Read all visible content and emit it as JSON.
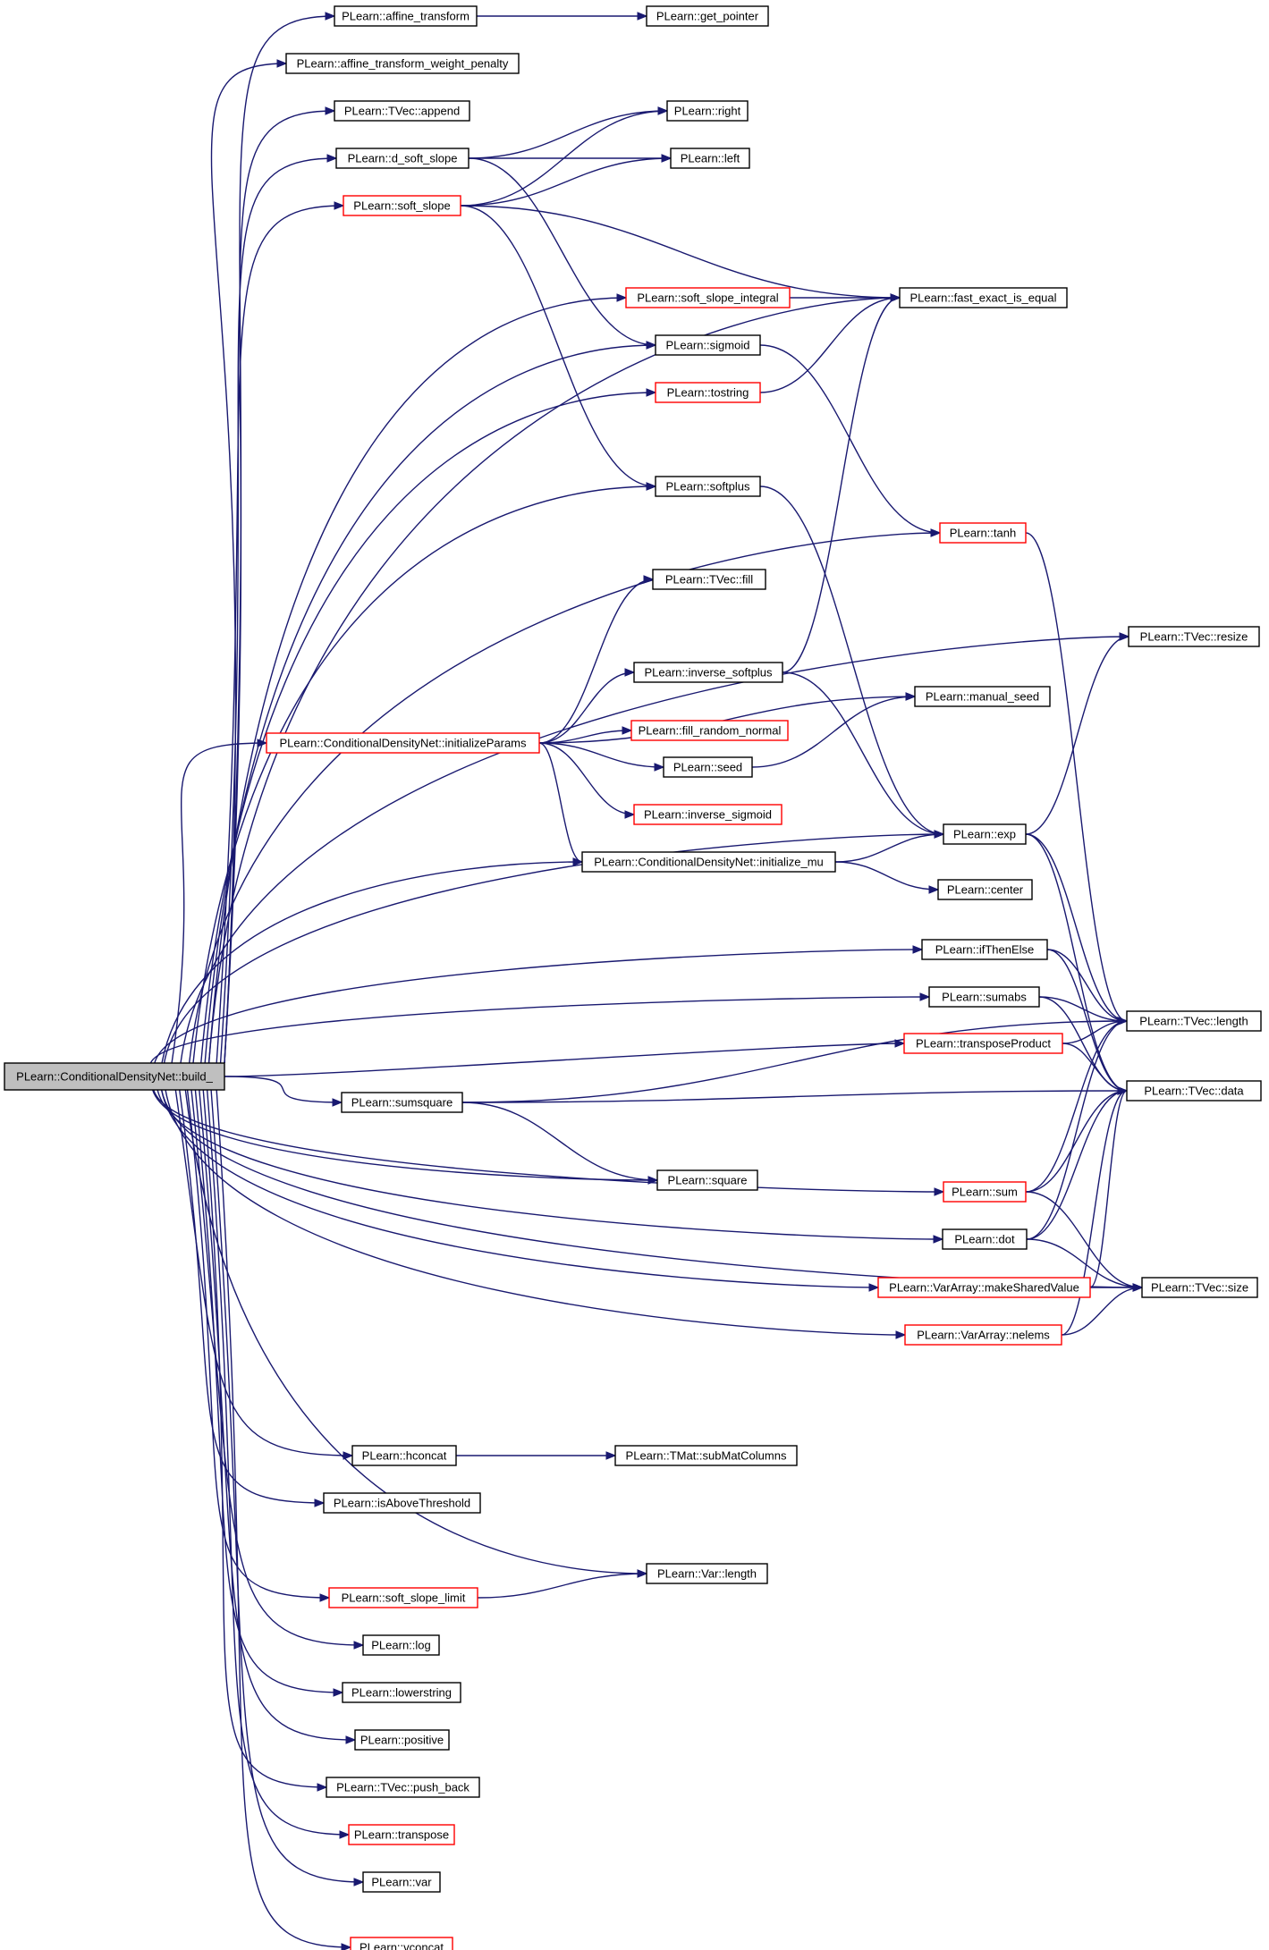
{
  "graph": {
    "root": "build",
    "colors": {
      "edge": "#191970",
      "red_border": "#ff0000",
      "black_border": "#000000",
      "root_fill": "#bfbfbf"
    },
    "nodes": [
      {
        "id": "build",
        "label": "PLearn::ConditionalDensityNet::build_",
        "border": "black",
        "root": true
      },
      {
        "id": "affine",
        "label": "PLearn::affine_transform",
        "border": "black"
      },
      {
        "id": "get_pointer",
        "label": "PLearn::get_pointer",
        "border": "black"
      },
      {
        "id": "affine_wp",
        "label": "PLearn::affine_transform_weight_penalty",
        "border": "black"
      },
      {
        "id": "append",
        "label": "PLearn::TVec::append",
        "border": "black"
      },
      {
        "id": "right",
        "label": "PLearn::right",
        "border": "black"
      },
      {
        "id": "d_soft_slope",
        "label": "PLearn::d_soft_slope",
        "border": "black"
      },
      {
        "id": "left",
        "label": "PLearn::left",
        "border": "black"
      },
      {
        "id": "soft_slope",
        "label": "PLearn::soft_slope",
        "border": "red"
      },
      {
        "id": "soft_slope_integral",
        "label": "PLearn::soft_slope_integral",
        "border": "red"
      },
      {
        "id": "fast_exact",
        "label": "PLearn::fast_exact_is_equal",
        "border": "black"
      },
      {
        "id": "sigmoid",
        "label": "PLearn::sigmoid",
        "border": "black"
      },
      {
        "id": "tostring",
        "label": "PLearn::tostring",
        "border": "red"
      },
      {
        "id": "softplus",
        "label": "PLearn::softplus",
        "border": "black"
      },
      {
        "id": "tanh",
        "label": "PLearn::tanh",
        "border": "red"
      },
      {
        "id": "tvec_fill",
        "label": "PLearn::TVec::fill",
        "border": "black"
      },
      {
        "id": "tvec_resize",
        "label": "PLearn::TVec::resize",
        "border": "black"
      },
      {
        "id": "inverse_softplus",
        "label": "PLearn::inverse_softplus",
        "border": "black"
      },
      {
        "id": "manual_seed",
        "label": "PLearn::manual_seed",
        "border": "black"
      },
      {
        "id": "initializeParams",
        "label": "PLearn::ConditionalDensityNet::initializeParams",
        "border": "red"
      },
      {
        "id": "fill_random_normal",
        "label": "PLearn::fill_random_normal",
        "border": "red"
      },
      {
        "id": "seed",
        "label": "PLearn::seed",
        "border": "black"
      },
      {
        "id": "inverse_sigmoid",
        "label": "PLearn::inverse_sigmoid",
        "border": "red"
      },
      {
        "id": "exp",
        "label": "PLearn::exp",
        "border": "black"
      },
      {
        "id": "initialize_mu",
        "label": "PLearn::ConditionalDensityNet::initialize_mu",
        "border": "black"
      },
      {
        "id": "center",
        "label": "PLearn::center",
        "border": "black"
      },
      {
        "id": "ifThenElse",
        "label": "PLearn::ifThenElse",
        "border": "black"
      },
      {
        "id": "sumabs",
        "label": "PLearn::sumabs",
        "border": "black"
      },
      {
        "id": "tvec_length",
        "label": "PLearn::TVec::length",
        "border": "black"
      },
      {
        "id": "transposeProduct",
        "label": "PLearn::transposeProduct",
        "border": "red"
      },
      {
        "id": "sumsquare",
        "label": "PLearn::sumsquare",
        "border": "black"
      },
      {
        "id": "tvec_data",
        "label": "PLearn::TVec::data",
        "border": "black"
      },
      {
        "id": "square",
        "label": "PLearn::square",
        "border": "black"
      },
      {
        "id": "sum",
        "label": "PLearn::sum",
        "border": "red"
      },
      {
        "id": "dot",
        "label": "PLearn::dot",
        "border": "black"
      },
      {
        "id": "makeSharedValue",
        "label": "PLearn::VarArray::makeSharedValue",
        "border": "red"
      },
      {
        "id": "tvec_size",
        "label": "PLearn::TVec::size",
        "border": "black"
      },
      {
        "id": "nelems",
        "label": "PLearn::VarArray::nelems",
        "border": "red"
      },
      {
        "id": "hconcat",
        "label": "PLearn::hconcat",
        "border": "black"
      },
      {
        "id": "subMatColumns",
        "label": "PLearn::TMat::subMatColumns",
        "border": "black"
      },
      {
        "id": "isAboveThreshold",
        "label": "PLearn::isAboveThreshold",
        "border": "black"
      },
      {
        "id": "var_length",
        "label": "PLearn::Var::length",
        "border": "black"
      },
      {
        "id": "soft_slope_limit",
        "label": "PLearn::soft_slope_limit",
        "border": "red"
      },
      {
        "id": "log",
        "label": "PLearn::log",
        "border": "black"
      },
      {
        "id": "lowerstring",
        "label": "PLearn::lowerstring",
        "border": "black"
      },
      {
        "id": "positive",
        "label": "PLearn::positive",
        "border": "black"
      },
      {
        "id": "push_back",
        "label": "PLearn::TVec::push_back",
        "border": "black"
      },
      {
        "id": "transpose",
        "label": "PLearn::transpose",
        "border": "red"
      },
      {
        "id": "var",
        "label": "PLearn::var",
        "border": "black"
      },
      {
        "id": "vconcat",
        "label": "PLearn::vconcat",
        "border": "red"
      }
    ],
    "edges": [
      [
        "build",
        "affine"
      ],
      [
        "build",
        "affine_wp"
      ],
      [
        "build",
        "append"
      ],
      [
        "build",
        "d_soft_slope"
      ],
      [
        "build",
        "soft_slope"
      ],
      [
        "build",
        "fast_exact"
      ],
      [
        "build",
        "soft_slope_integral"
      ],
      [
        "build",
        "sigmoid"
      ],
      [
        "build",
        "tostring"
      ],
      [
        "build",
        "tvec_resize"
      ],
      [
        "build",
        "softplus"
      ],
      [
        "build",
        "tanh"
      ],
      [
        "build",
        "initializeParams"
      ],
      [
        "build",
        "initialize_mu"
      ],
      [
        "build",
        "exp"
      ],
      [
        "build",
        "ifThenElse"
      ],
      [
        "build",
        "sumabs"
      ],
      [
        "build",
        "transposeProduct"
      ],
      [
        "build",
        "sumsquare"
      ],
      [
        "build",
        "square"
      ],
      [
        "build",
        "sum"
      ],
      [
        "build",
        "dot"
      ],
      [
        "build",
        "makeSharedValue"
      ],
      [
        "build",
        "nelems"
      ],
      [
        "build",
        "tvec_size"
      ],
      [
        "build",
        "hconcat"
      ],
      [
        "build",
        "isAboveThreshold"
      ],
      [
        "build",
        "var_length"
      ],
      [
        "build",
        "soft_slope_limit"
      ],
      [
        "build",
        "log"
      ],
      [
        "build",
        "lowerstring"
      ],
      [
        "build",
        "positive"
      ],
      [
        "build",
        "push_back"
      ],
      [
        "build",
        "transpose"
      ],
      [
        "build",
        "var"
      ],
      [
        "build",
        "vconcat"
      ],
      [
        "affine",
        "get_pointer"
      ],
      [
        "d_soft_slope",
        "right"
      ],
      [
        "d_soft_slope",
        "left"
      ],
      [
        "d_soft_slope",
        "sigmoid"
      ],
      [
        "soft_slope",
        "right"
      ],
      [
        "soft_slope",
        "left"
      ],
      [
        "soft_slope",
        "fast_exact"
      ],
      [
        "soft_slope",
        "softplus"
      ],
      [
        "soft_slope_integral",
        "fast_exact"
      ],
      [
        "tostring",
        "fast_exact"
      ],
      [
        "sigmoid",
        "tanh"
      ],
      [
        "softplus",
        "exp"
      ],
      [
        "tanh",
        "tvec_length"
      ],
      [
        "initializeParams",
        "tvec_fill"
      ],
      [
        "initializeParams",
        "manual_seed"
      ],
      [
        "initializeParams",
        "inverse_softplus"
      ],
      [
        "initializeParams",
        "fill_random_normal"
      ],
      [
        "initializeParams",
        "seed"
      ],
      [
        "initializeParams",
        "inverse_sigmoid"
      ],
      [
        "initializeParams",
        "initialize_mu"
      ],
      [
        "inverse_softplus",
        "fast_exact"
      ],
      [
        "inverse_softplus",
        "exp"
      ],
      [
        "seed",
        "manual_seed"
      ],
      [
        "initialize_mu",
        "exp"
      ],
      [
        "initialize_mu",
        "center"
      ],
      [
        "exp",
        "tvec_resize"
      ],
      [
        "exp",
        "tvec_length"
      ],
      [
        "exp",
        "tvec_data"
      ],
      [
        "ifThenElse",
        "tvec_length"
      ],
      [
        "ifThenElse",
        "tvec_data"
      ],
      [
        "sumabs",
        "tvec_length"
      ],
      [
        "sumabs",
        "tvec_data"
      ],
      [
        "transposeProduct",
        "tvec_length"
      ],
      [
        "transposeProduct",
        "tvec_data"
      ],
      [
        "sumsquare",
        "tvec_length"
      ],
      [
        "sumsquare",
        "tvec_data"
      ],
      [
        "sumsquare",
        "square"
      ],
      [
        "sum",
        "tvec_length"
      ],
      [
        "sum",
        "tvec_data"
      ],
      [
        "sum",
        "tvec_size"
      ],
      [
        "dot",
        "tvec_length"
      ],
      [
        "dot",
        "tvec_data"
      ],
      [
        "dot",
        "tvec_size"
      ],
      [
        "makeSharedValue",
        "tvec_size"
      ],
      [
        "makeSharedValue",
        "tvec_data"
      ],
      [
        "nelems",
        "tvec_size"
      ],
      [
        "nelems",
        "tvec_data"
      ],
      [
        "hconcat",
        "subMatColumns"
      ],
      [
        "soft_slope_limit",
        "var_length"
      ]
    ]
  }
}
